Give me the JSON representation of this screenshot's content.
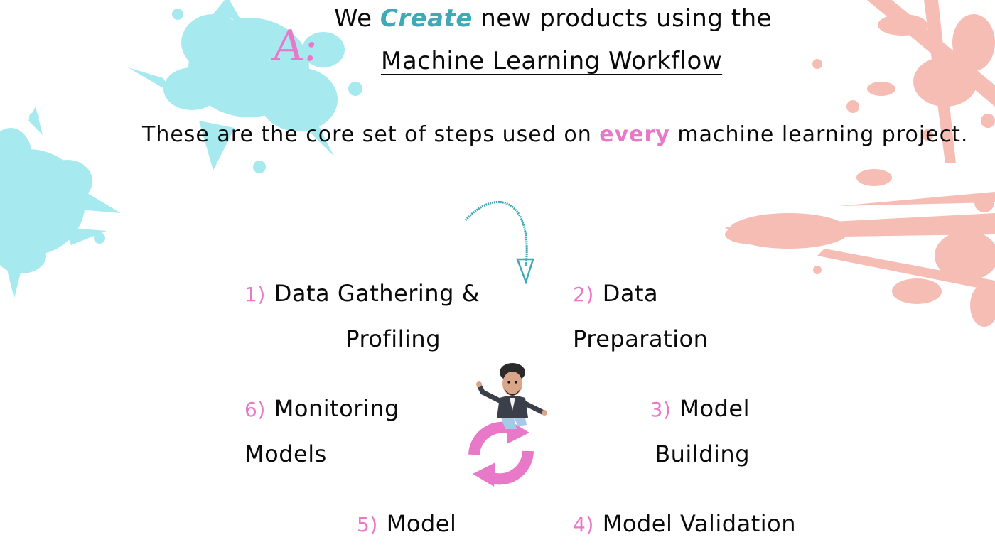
{
  "header": {
    "marker": "A:",
    "line_prefix": "We ",
    "line_accent": "Create",
    "line_suffix": " new products using the",
    "subtitle": "Machine Learning Workflow"
  },
  "tagline": {
    "prefix": "These are the core set of steps used on ",
    "emphasis": "every",
    "suffix": " machine learning project."
  },
  "steps": [
    {
      "num": "1)",
      "line1": "Data Gathering &",
      "line2": "Profiling"
    },
    {
      "num": "2)",
      "line1": "Data",
      "line2": "Preparation"
    },
    {
      "num": "3)",
      "line1": "Model",
      "line2": "Building"
    },
    {
      "num": "4)",
      "line1": "Model Validation",
      "line2": ""
    },
    {
      "num": "5)",
      "line1": "Model",
      "line2": ""
    },
    {
      "num": "6)",
      "line1": "Monitoring",
      "line2": "Models"
    }
  ],
  "colors": {
    "accent_pink": "#e879c8",
    "splash_cyan": "#a6eaf0",
    "splash_salmon": "#f6bdb4",
    "arrow_teal": "#3fa9b6"
  },
  "icons": [
    "cycle-arrows-icon",
    "avatar-icon",
    "curved-arrow-icon",
    "paint-splash-decoration"
  ]
}
